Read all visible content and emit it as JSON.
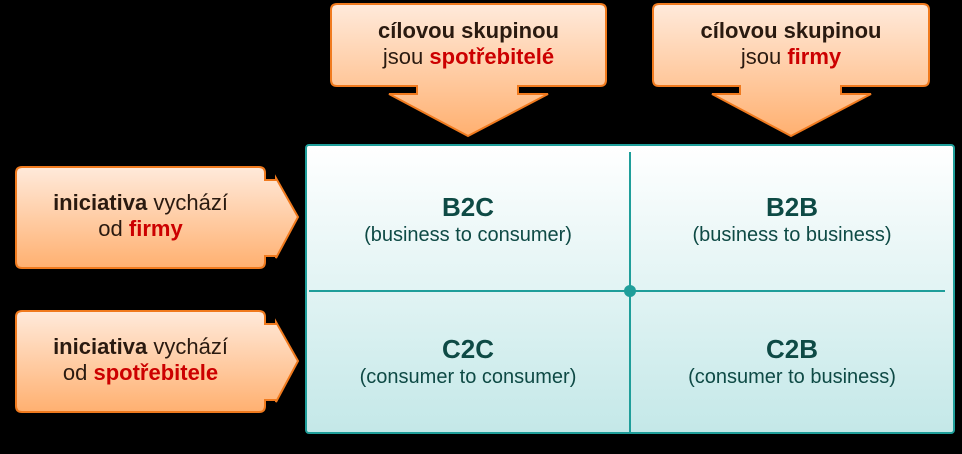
{
  "colors": {
    "arrow_fill_top": "#ffe9d8",
    "arrow_fill_bottom": "#ffb274",
    "arrow_stroke": "#f07a1e",
    "highlight_red": "#cc0000",
    "grid_border": "#1f9e9a",
    "grid_text": "#0e4a45"
  },
  "top_arrows": [
    {
      "line1": "cílovou skupinou",
      "line2_prefix": "jsou",
      "line2_highlight": "spotřebitelé"
    },
    {
      "line1": "cílovou skupinou",
      "line2_prefix": "jsou",
      "line2_highlight": "firmy"
    }
  ],
  "left_arrows": [
    {
      "line1_bold": "iniciativa",
      "line1_rest": "vychází",
      "line2_prefix": "od",
      "line2_highlight": "firmy"
    },
    {
      "line1_bold": "iniciativa",
      "line1_rest": "vychází",
      "line2_prefix": "od",
      "line2_highlight": "spotřebitele"
    }
  ],
  "grid": {
    "cells": [
      {
        "code": "B2C",
        "desc": "(business to consumer)"
      },
      {
        "code": "B2B",
        "desc": "(business to business)"
      },
      {
        "code": "C2C",
        "desc": "(consumer to consumer)"
      },
      {
        "code": "C2B",
        "desc": "(consumer to business)"
      }
    ]
  }
}
